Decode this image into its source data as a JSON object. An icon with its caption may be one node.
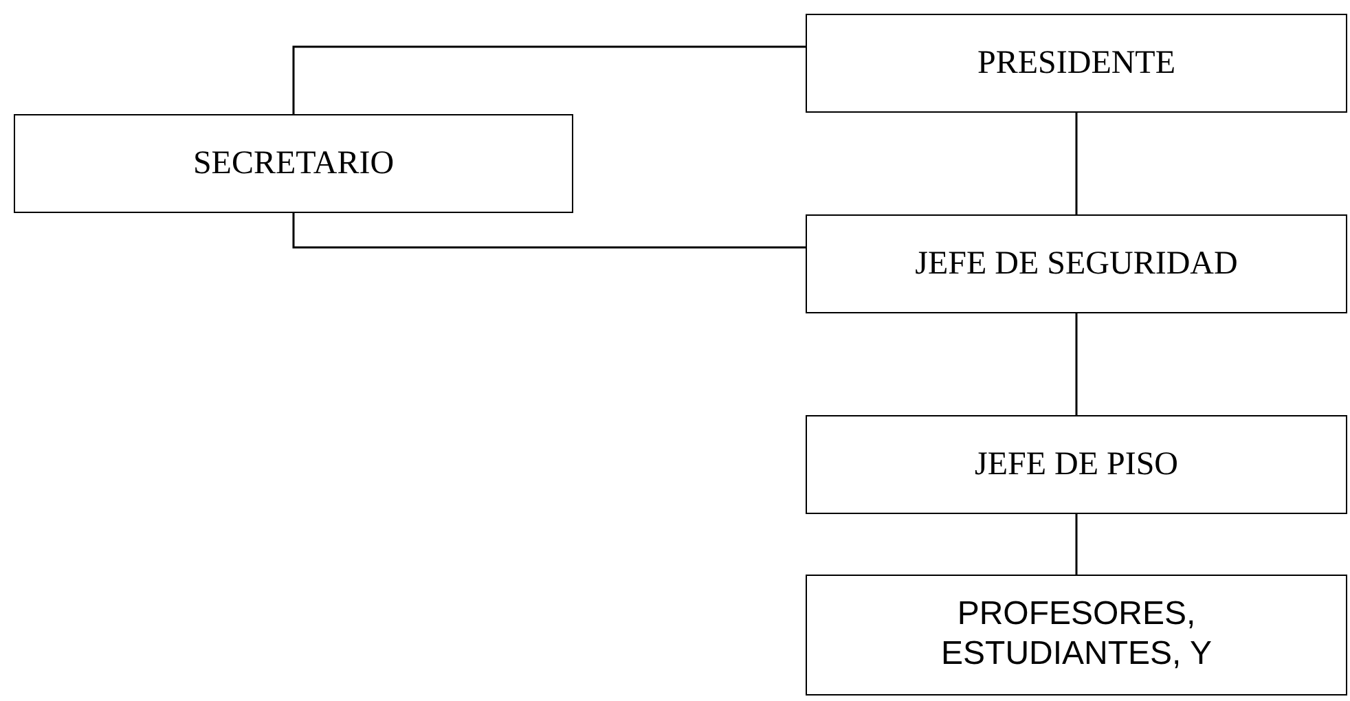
{
  "diagram": {
    "nodes": [
      {
        "text": [
          "PRESIDENTE"
        ]
      },
      {
        "text": [
          "SECRETARIO"
        ]
      },
      {
        "text": [
          "JEFE DE SEGURIDAD"
        ]
      },
      {
        "text": [
          "JEFE DE PISO"
        ]
      },
      {
        "text": [
          "PROFESORES, ESTUDIANTES, Y"
        ]
      }
    ],
    "edges": [
      {
        "from": 1,
        "to": 0,
        "arrow": "none"
      },
      {
        "from": 1,
        "to": 2,
        "arrow": "none"
      },
      {
        "from": 0,
        "to": 2,
        "arrow": "none"
      },
      {
        "from": 2,
        "to": 3,
        "arrow": "none"
      },
      {
        "from": 3,
        "to": 4,
        "arrow": "none"
      }
    ]
  }
}
